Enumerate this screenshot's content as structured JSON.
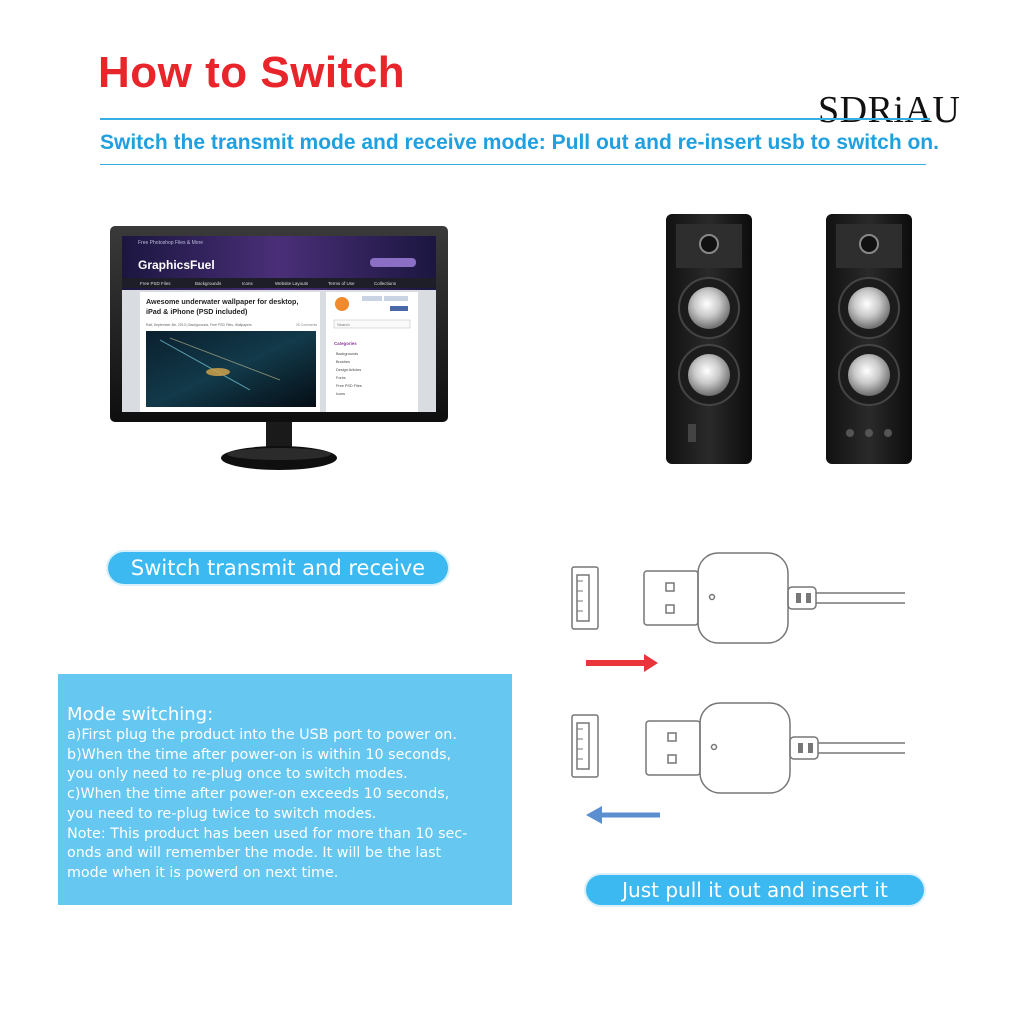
{
  "header": {
    "title": "How to Switch",
    "brand": "SDRiAU",
    "subtitle": "Switch the transmit mode and receive mode: Pull out and re-insert usb to switch on."
  },
  "monitor_screen": {
    "site_name": "GraphicsFuel",
    "top_link": "Free Photoshop Files & More",
    "nav": [
      "Free PSD Files",
      "Backgrounds",
      "Icons",
      "Website Layouts",
      "Terms of Use",
      "Collections"
    ],
    "post_title_line1": "Awesome underwater wallpaper for desktop,",
    "post_title_line2": "iPad & iPhone (PSD included)",
    "post_meta": "Ralf, September 4th, 2010 | Backgrounds, Free PSD Files, Wallpapers",
    "comments": "25 Comments",
    "search_label": "Search",
    "categories_title": "Categories",
    "categories": [
      "Backgrounds",
      "Brushes",
      "Design Articles",
      "Fonts",
      "Free PSD Files",
      "Icons"
    ]
  },
  "labels": {
    "switch_pill": "Switch transmit and receive",
    "pull_pill": "Just pull it out and insert it"
  },
  "instructions": {
    "heading": "Mode switching:",
    "lines": [
      "a)First plug the product into the USB port to power on.",
      "b)When the time after power-on is within 10 seconds,",
      "you only need to re-plug once to switch modes.",
      "c)When the time after power-on exceeds 10 seconds,",
      "you need to re-plug twice to switch modes.",
      "Note: This product has been used for more than 10 sec-",
      "onds and will remember the mode. It will be the last",
      "mode when it is powerd on next time."
    ]
  },
  "colors": {
    "title_red": "#e8252a",
    "accent_blue": "#36aee6",
    "arrow_red": "#e8343a",
    "arrow_blue": "#5b8fd0"
  }
}
